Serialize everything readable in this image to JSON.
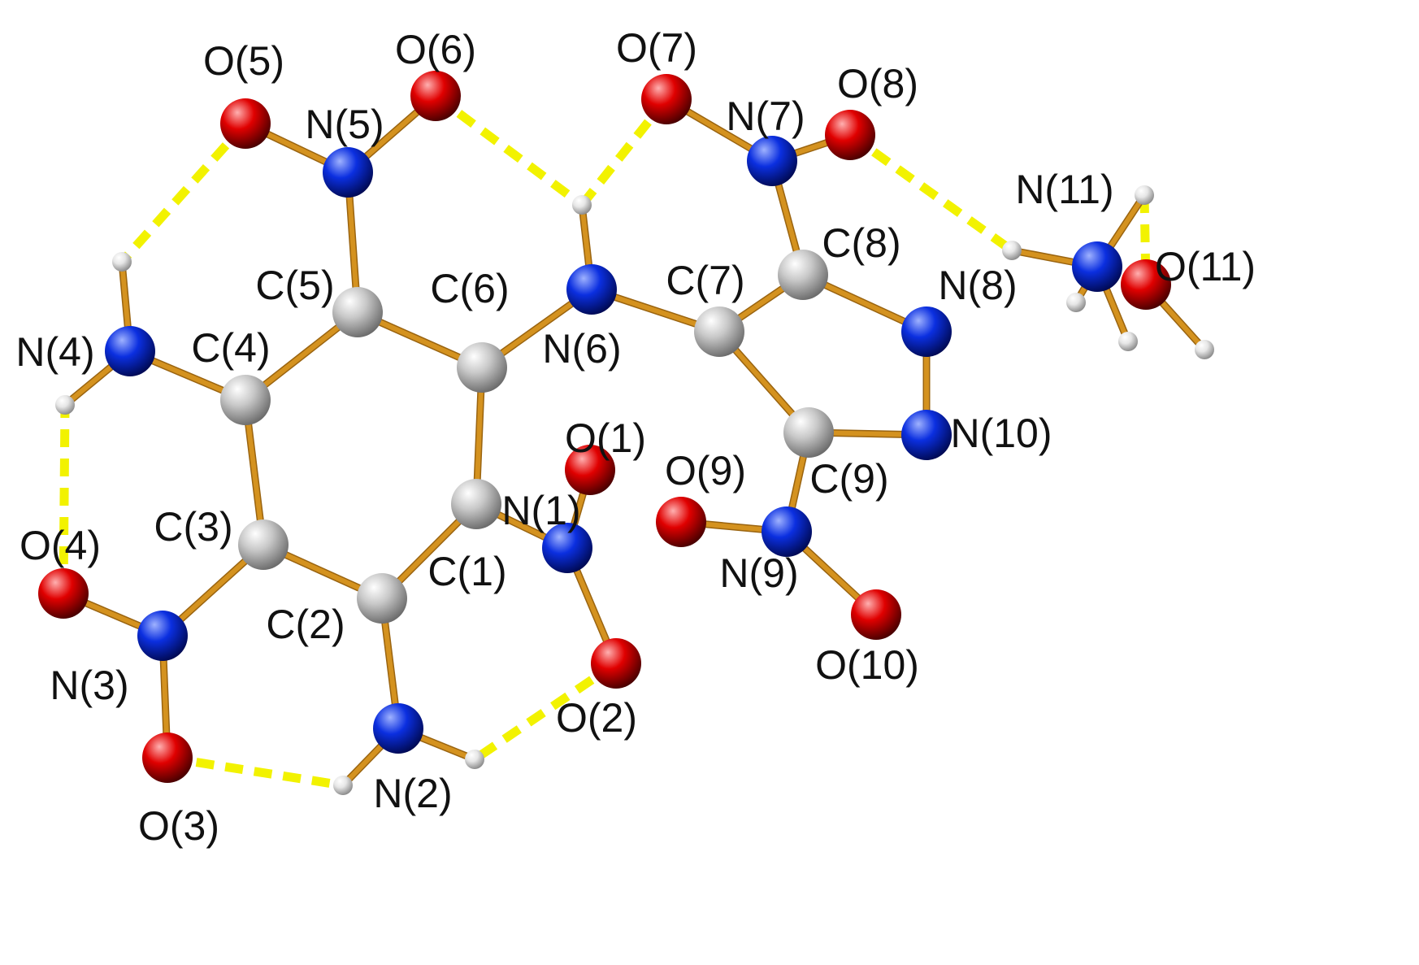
{
  "colors": {
    "background": "#ffffff",
    "bond": "#d4921f",
    "hbond": "#f2f200",
    "carbon": "#c8c8c8",
    "nitrogen": "#0b2fe0",
    "oxygen": "#e00000",
    "hydrogen": "#e6e6e6"
  },
  "atoms": [
    {
      "id": "O5",
      "element": "O",
      "label": "O(5)"
    },
    {
      "id": "O6",
      "element": "O",
      "label": "O(6)"
    },
    {
      "id": "N5",
      "element": "N",
      "label": "N(5)"
    },
    {
      "id": "O7",
      "element": "O",
      "label": "O(7)"
    },
    {
      "id": "N7",
      "element": "N",
      "label": "N(7)"
    },
    {
      "id": "O8",
      "element": "O",
      "label": "O(8)"
    },
    {
      "id": "N11",
      "element": "N",
      "label": "N(11)"
    },
    {
      "id": "O11",
      "element": "O",
      "label": "O(11)"
    },
    {
      "id": "C5",
      "element": "C",
      "label": "C(5)"
    },
    {
      "id": "C6",
      "element": "C",
      "label": "C(6)"
    },
    {
      "id": "N6",
      "element": "N",
      "label": "N(6)"
    },
    {
      "id": "C7",
      "element": "C",
      "label": "C(7)"
    },
    {
      "id": "C8",
      "element": "C",
      "label": "C(8)"
    },
    {
      "id": "N8",
      "element": "N",
      "label": "N(8)"
    },
    {
      "id": "N4",
      "element": "N",
      "label": "N(4)"
    },
    {
      "id": "C4",
      "element": "C",
      "label": "C(4)"
    },
    {
      "id": "N10",
      "element": "N",
      "label": "N(10)"
    },
    {
      "id": "C9",
      "element": "C",
      "label": "C(9)"
    },
    {
      "id": "O1",
      "element": "O",
      "label": "O(1)"
    },
    {
      "id": "O9",
      "element": "O",
      "label": "O(9)"
    },
    {
      "id": "C3",
      "element": "C",
      "label": "C(3)"
    },
    {
      "id": "N1",
      "element": "N",
      "label": "N(1)"
    },
    {
      "id": "O4",
      "element": "O",
      "label": "O(4)"
    },
    {
      "id": "C1",
      "element": "C",
      "label": "C(1)"
    },
    {
      "id": "N9",
      "element": "N",
      "label": "N(9)"
    },
    {
      "id": "C2",
      "element": "C",
      "label": "C(2)"
    },
    {
      "id": "N3",
      "element": "N",
      "label": "N(3)"
    },
    {
      "id": "O10",
      "element": "O",
      "label": "O(10)"
    },
    {
      "id": "O2",
      "element": "O",
      "label": "O(2)"
    },
    {
      "id": "N2",
      "element": "N",
      "label": "N(2)"
    },
    {
      "id": "O3",
      "element": "O",
      "label": "O(3)"
    },
    {
      "id": "H4a",
      "element": "H",
      "label": ""
    },
    {
      "id": "H4b",
      "element": "H",
      "label": ""
    },
    {
      "id": "H6",
      "element": "H",
      "label": ""
    },
    {
      "id": "H2a",
      "element": "H",
      "label": ""
    },
    {
      "id": "H2b",
      "element": "H",
      "label": ""
    },
    {
      "id": "H11a",
      "element": "H",
      "label": ""
    },
    {
      "id": "H11b",
      "element": "H",
      "label": ""
    },
    {
      "id": "H11c",
      "element": "H",
      "label": ""
    },
    {
      "id": "H11d",
      "element": "H",
      "label": ""
    },
    {
      "id": "HO11",
      "element": "H",
      "label": ""
    }
  ],
  "bonds": [
    [
      "N5",
      "O5"
    ],
    [
      "N5",
      "O6"
    ],
    [
      "N5",
      "C5"
    ],
    [
      "C5",
      "C6"
    ],
    [
      "C5",
      "C4"
    ],
    [
      "C6",
      "N6"
    ],
    [
      "C6",
      "C1"
    ],
    [
      "C4",
      "N4"
    ],
    [
      "C4",
      "C3"
    ],
    [
      "C3",
      "C2"
    ],
    [
      "C2",
      "C1"
    ],
    [
      "C3",
      "N3"
    ],
    [
      "N3",
      "O4"
    ],
    [
      "N3",
      "O3"
    ],
    [
      "C2",
      "N2"
    ],
    [
      "N2",
      "H2a"
    ],
    [
      "N2",
      "H2b"
    ],
    [
      "C1",
      "N1"
    ],
    [
      "N1",
      "O1"
    ],
    [
      "N1",
      "O2"
    ],
    [
      "N4",
      "H4a"
    ],
    [
      "N4",
      "H4b"
    ],
    [
      "N6",
      "H6"
    ],
    [
      "N6",
      "C7"
    ],
    [
      "C7",
      "C8"
    ],
    [
      "C7",
      "C9"
    ],
    [
      "C8",
      "N7"
    ],
    [
      "N7",
      "O7"
    ],
    [
      "N7",
      "O8"
    ],
    [
      "C8",
      "N8"
    ],
    [
      "N8",
      "N10"
    ],
    [
      "N10",
      "C9"
    ],
    [
      "C9",
      "N9"
    ],
    [
      "N9",
      "O9"
    ],
    [
      "N9",
      "O10"
    ],
    [
      "N11",
      "H11a"
    ],
    [
      "N11",
      "H11b"
    ],
    [
      "N11",
      "H11c"
    ],
    [
      "N11",
      "H11d"
    ],
    [
      "O11",
      "HO11"
    ]
  ],
  "hbonds": [
    [
      "O5",
      "H4a"
    ],
    [
      "O6",
      "H6"
    ],
    [
      "O7",
      "H6"
    ],
    [
      "O4",
      "H4b"
    ],
    [
      "O3",
      "H2a"
    ],
    [
      "O2",
      "H2b"
    ],
    [
      "O8",
      "H11a"
    ],
    [
      "H11b",
      "O11"
    ]
  ]
}
